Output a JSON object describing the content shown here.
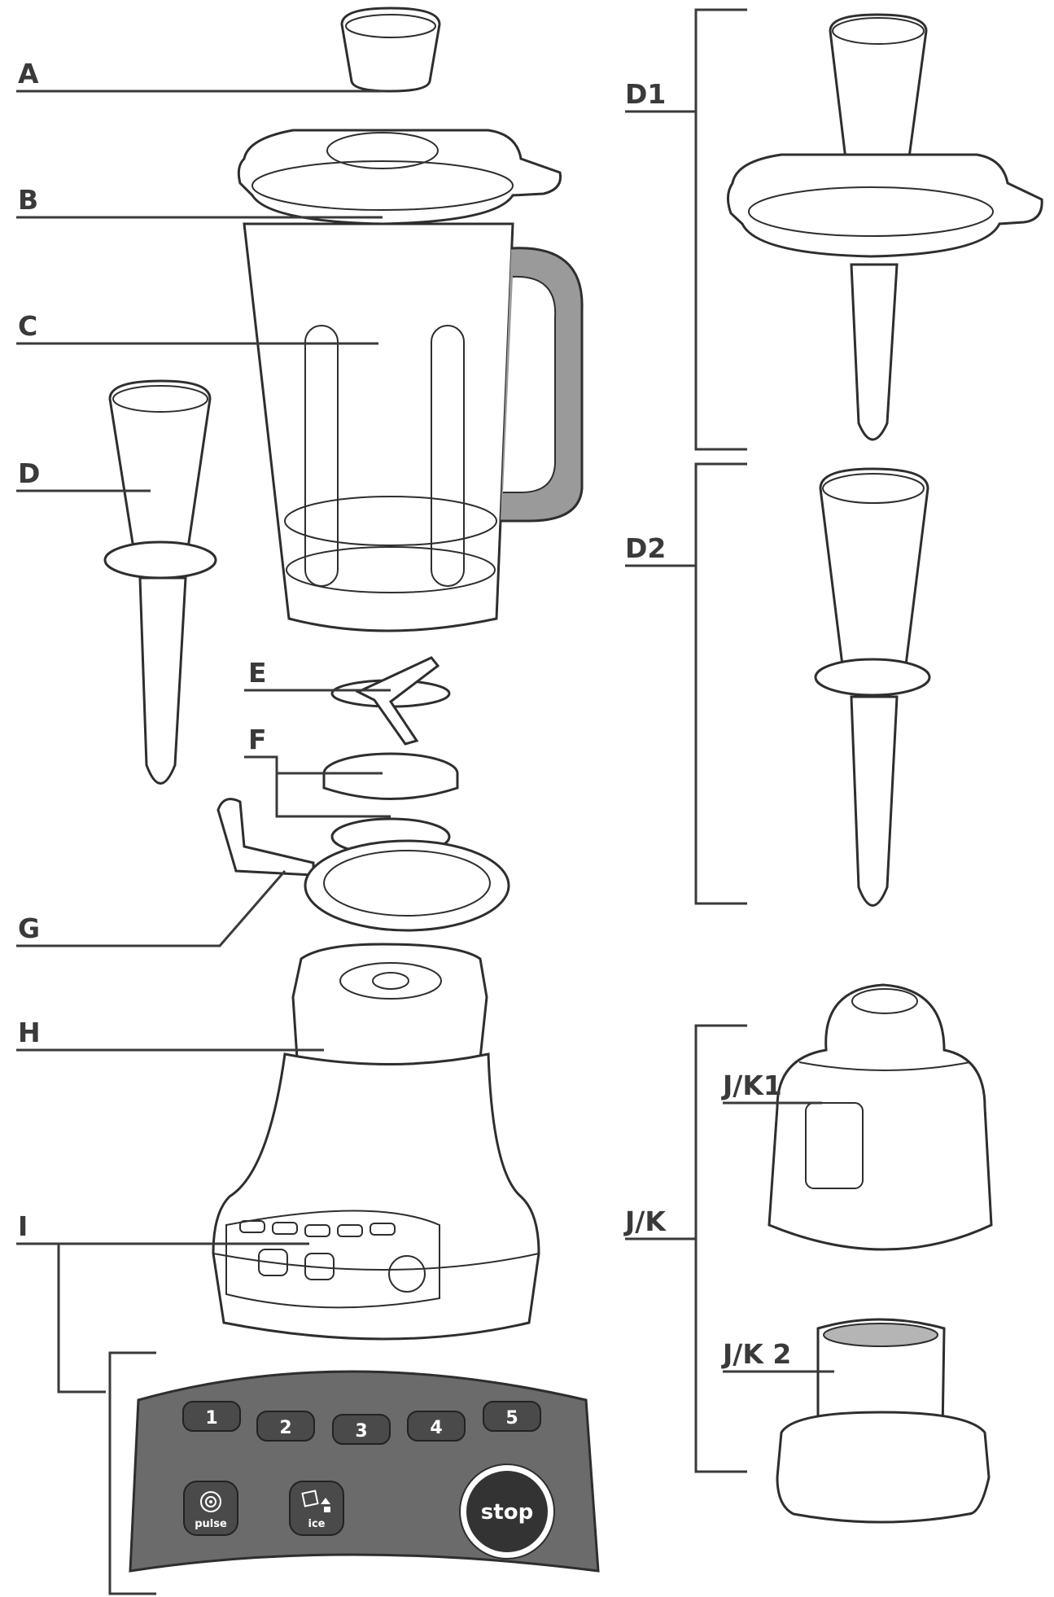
{
  "colors": {
    "line": "#3a3a3a",
    "panel": "#6b6b6b",
    "button": "#4a4a4a",
    "stop": "#333333",
    "handle": "#9a9a9a"
  },
  "labels": {
    "A": "A",
    "B": "B",
    "C": "C",
    "D": "D",
    "E": "E",
    "F": "F",
    "G": "G",
    "H": "H",
    "I": "I",
    "D1": "D1",
    "D2": "D2",
    "JK": "J/K",
    "JK1": "J/K1",
    "JK2": "J/K 2"
  },
  "control_panel": {
    "speed_buttons": [
      "1",
      "2",
      "3",
      "4",
      "5"
    ],
    "pulse_label": "pulse",
    "ice_label": "ice",
    "stop_label": "stop"
  },
  "icons": [
    "pulse-icon",
    "ice-icon"
  ]
}
